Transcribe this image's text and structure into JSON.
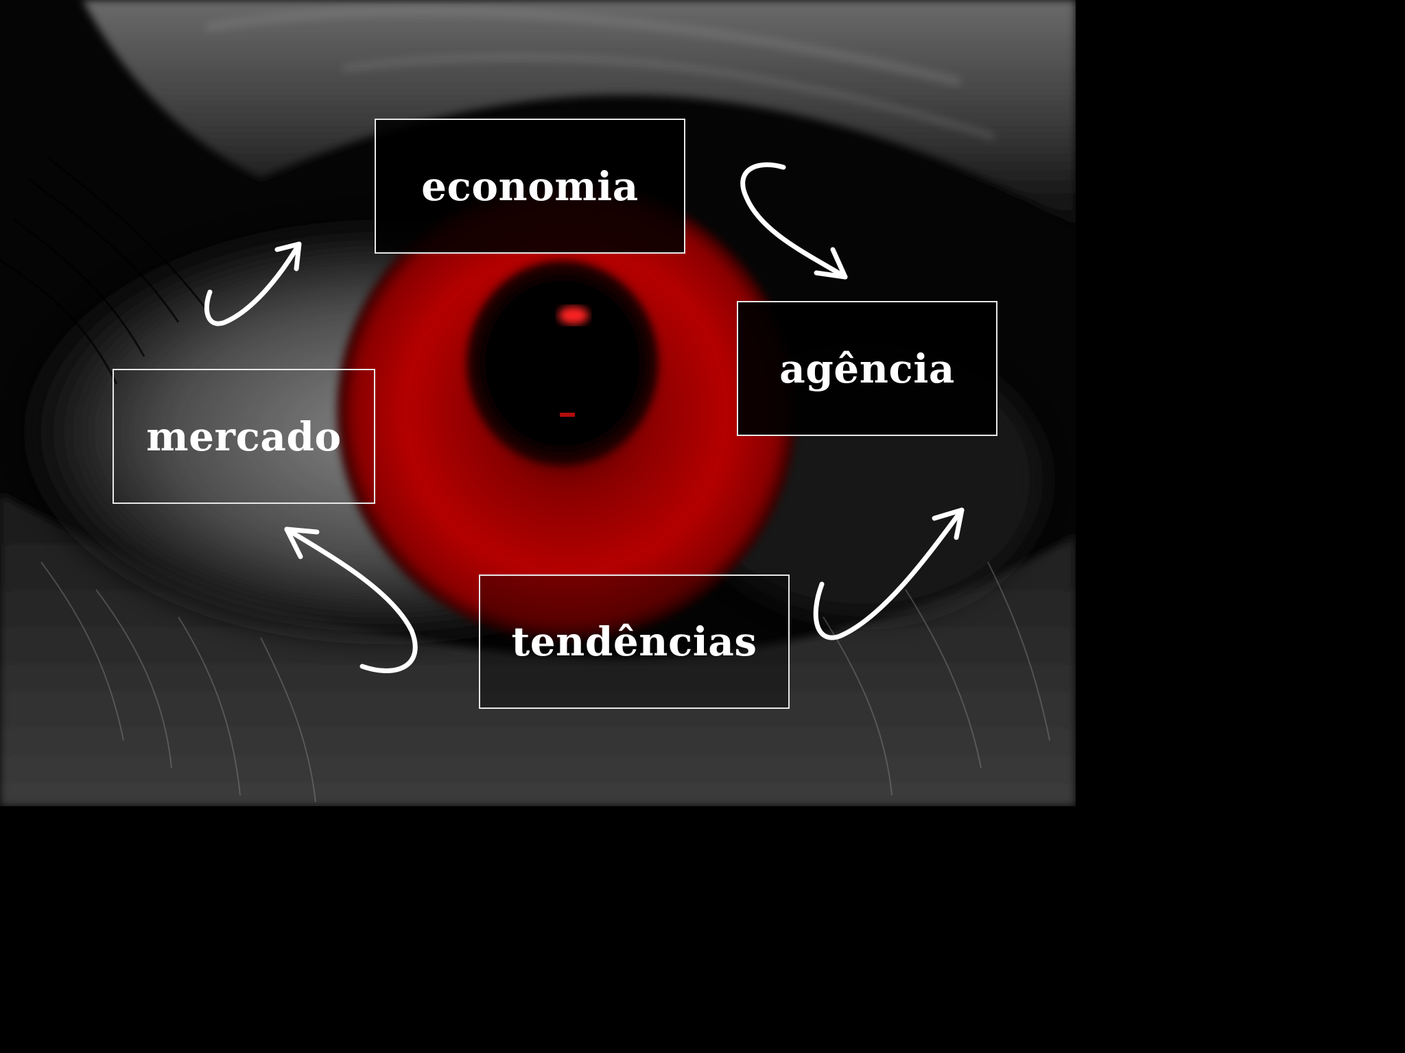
{
  "diagram": {
    "nodes": [
      {
        "id": "economia",
        "label": "economia"
      },
      {
        "id": "agencia",
        "label": "agência"
      },
      {
        "id": "tendencias",
        "label": "tendências"
      },
      {
        "id": "mercado",
        "label": "mercado"
      }
    ],
    "edges": [
      {
        "from": "economia",
        "to": "agencia"
      },
      {
        "from": "tendencias",
        "to": "agencia"
      },
      {
        "from": "tendencias",
        "to": "mercado"
      },
      {
        "from": "mercado",
        "to": "economia"
      }
    ]
  },
  "background": {
    "subject": "close-up eye",
    "iris_color": "#b00000",
    "base_color": "#050505"
  }
}
